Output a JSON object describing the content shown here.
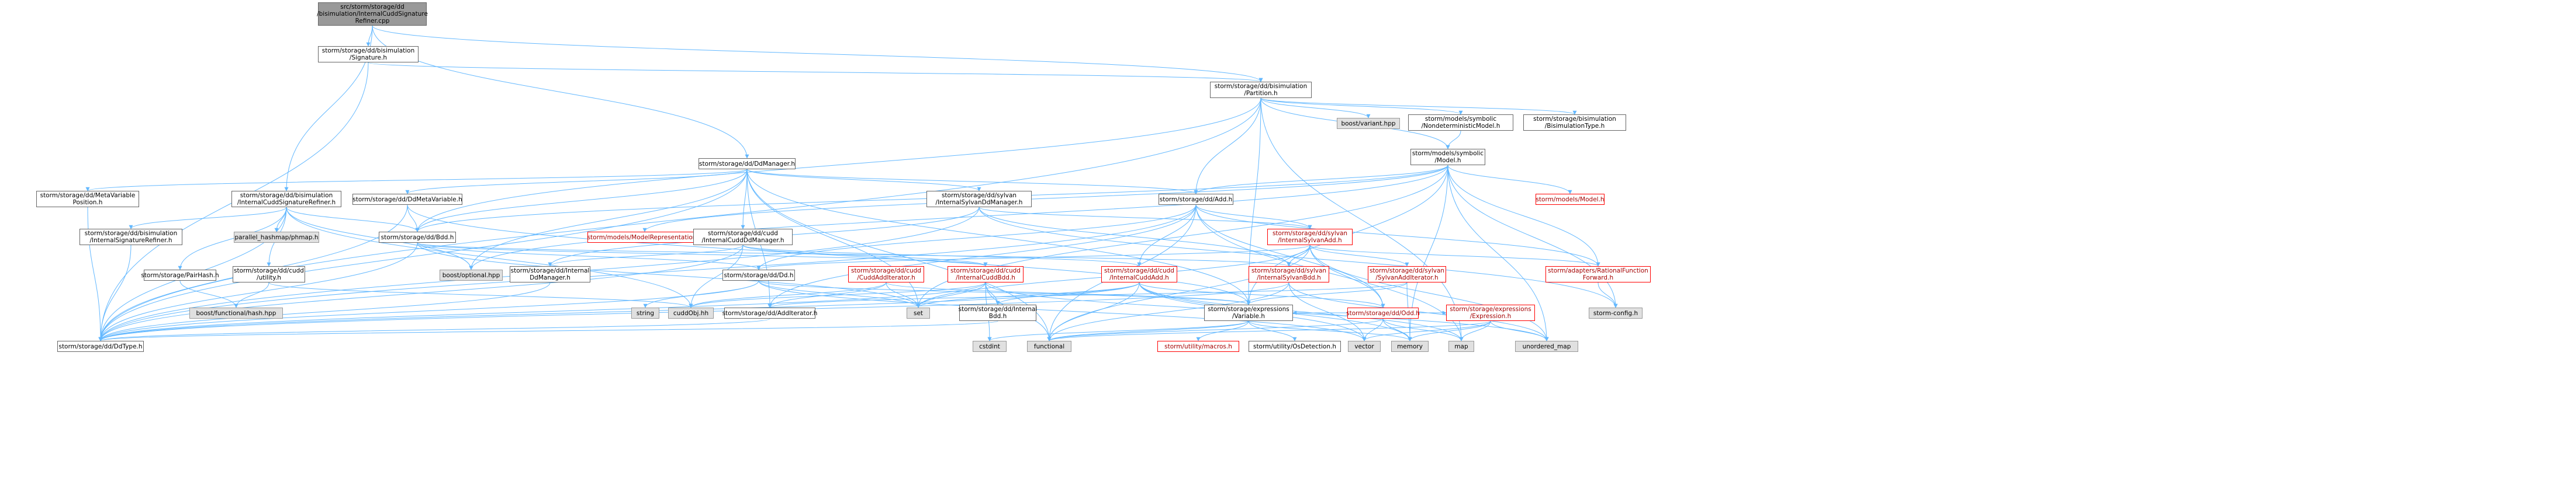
{
  "colors": {
    "edge": "#63b8ff",
    "root_fill": "#999999",
    "external_fill": "#e0e0e0",
    "truncated_border": "#ff0000",
    "node_border": "#666666"
  },
  "nodes": {
    "root": "src/storm/storage/dd\n/bisimulation/InternalCuddSignature\nRefiner.cpp",
    "signature": "storm/storage/dd/bisimulation\n/Signature.h",
    "partition": "storm/storage/dd/bisimulation\n/Partition.h",
    "variant": "boost/variant.hpp",
    "nondet": "storm/models/symbolic\n/NondeterministicModel.h",
    "bisimtype": "storm/storage/bisimulation\n/BisimulationType.h",
    "symmodel": "storm/models/symbolic\n/Model.h",
    "ddmanager": "storm/storage/dd/DdManager.h",
    "cuddsigrefiner_h": "storm/storage/dd/bisimulation\n/InternalCuddSignatureRefiner.h",
    "metavarpos": "storm/storage/dd/MetaVariable\nPosition.h",
    "ddmetavar": "storm/storage/dd/DdMetaVariable.h",
    "sylvanddmgr": "storm/storage/dd/sylvan\n/InternalSylvanDdManager.h",
    "add": "storm/storage/dd/Add.h",
    "modelsmodel": "storm/models/Model.h",
    "internalsigrefiner": "storm/storage/dd/bisimulation\n/InternalSignatureRefiner.h",
    "parallelhashmap": "parallel_hashmap/phmap.h",
    "bdd": "storm/storage/dd/Bdd.h",
    "modelrepr": "storm/models/ModelRepresentation.h",
    "cuddddmgr": "storm/storage/dd/cudd\n/InternalCuddDdManager.h",
    "sylvanadd": "storm/storage/dd/sylvan\n/InternalSylvanAdd.h",
    "pairhash": "storm/storage/PairHash.h",
    "cuddutility": "storm/storage/dd/cudd\n/utility.h",
    "boostoptional": "boost/optional.hpp",
    "internalddmgr": "storm/storage/dd/Internal\nDdManager.h",
    "dd": "storm/storage/dd/Dd.h",
    "cuddaddit": "storm/storage/dd/cudd\n/CuddAddIterator.h",
    "cuddbdd": "storm/storage/dd/cudd\n/InternalCuddBdd.h",
    "cuddadd": "storm/storage/dd/cudd\n/InternalCuddAdd.h",
    "sylvanbdd": "storm/storage/dd/sylvan\n/InternalSylvanBdd.h",
    "sylvanaddit": "storm/storage/dd/sylvan\n/SylvanAddIterator.h",
    "rationalfn": "storm/adapters/RationalFunction\nForward.h",
    "boostfunctionalhash": "boost/functional/hash.hpp",
    "string": "string",
    "cuddobj": "cuddObj.hh",
    "additerator": "storm/storage/dd/AddIterator.h",
    "set": "set",
    "internalbdd": "storm/storage/dd/Internal\nBdd.h",
    "exprvariable": "storm/storage/expressions\n/Variable.h",
    "odd": "storm/storage/dd/Odd.h",
    "expression": "storm/storage/expressions\n/Expression.h",
    "stormconfig": "storm-config.h",
    "ddtype": "storm/storage/dd/DdType.h",
    "cstdint": "cstdint",
    "functional": "functional",
    "macros": "storm/utility/macros.h",
    "osdetection": "storm/utility/OsDetection.h",
    "vector": "vector",
    "memory": "memory",
    "map": "map",
    "unorderedmap": "unordered_map"
  }
}
